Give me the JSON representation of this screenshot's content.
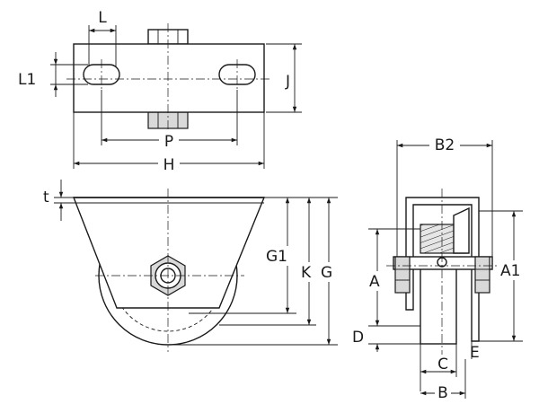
{
  "labels": {
    "L": "L",
    "L1": "L1",
    "J": "J",
    "P": "P",
    "H": "H",
    "t": "t",
    "G1": "G1",
    "K": "K",
    "G": "G",
    "B2": "B2",
    "A": "A",
    "A1": "A1",
    "D": "D",
    "C": "C",
    "E": "E",
    "B": "B"
  }
}
